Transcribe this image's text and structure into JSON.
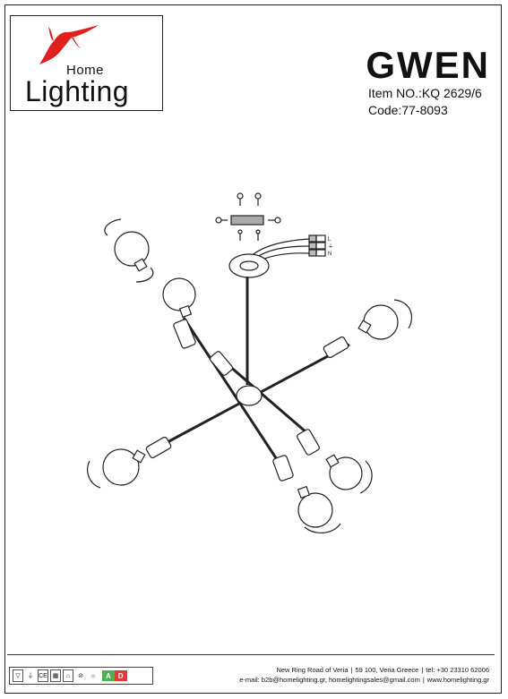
{
  "brand": {
    "line1": "Home",
    "line2": "Lighting",
    "accent_color": "#e02020"
  },
  "product": {
    "name": "GWEN",
    "item_label": "Item NO.:",
    "item_value": "KQ 2629/6",
    "code_label": "Code:",
    "code_value": "77-8093"
  },
  "diagram": {
    "wire_labels": [
      "L",
      "⏚",
      "N"
    ]
  },
  "footer": {
    "address": "New Ring Road of Veria",
    "postal": "59 100, Veria Greece",
    "phone": "tel: +30 23310 62006",
    "email": "e-mail: b2b@homelighting.gr, homelightingsales@gmail.com",
    "website": "www.homelighting.gr"
  },
  "cert_icons": {
    "energy_a": "A",
    "energy_d": "D",
    "ce": "CE"
  }
}
